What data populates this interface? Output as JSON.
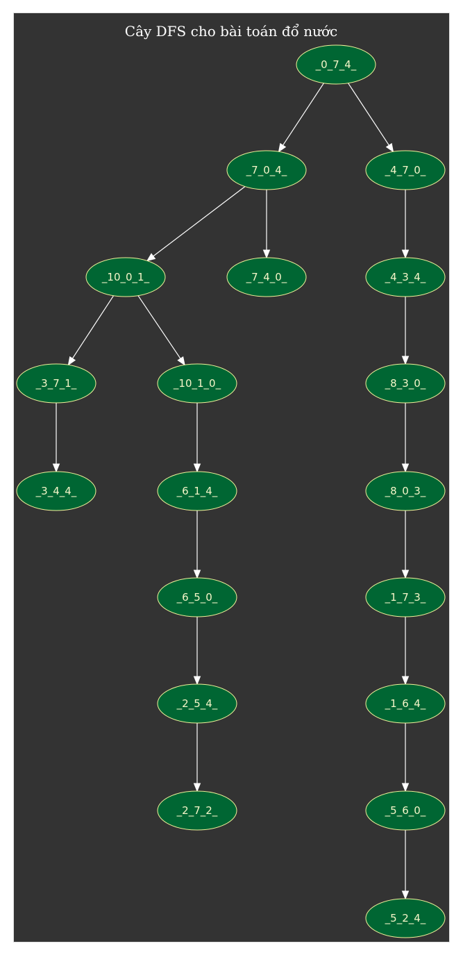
{
  "diagram": {
    "title": "Cây DFS cho bài toán đổ nước",
    "colors": {
      "background": "#333333",
      "node_fill": "#006633",
      "node_border": "#f2f29a",
      "node_text": "#f5f5c8",
      "edge": "#ffffff"
    },
    "nodes": [
      {
        "id": "n0",
        "label": "_0_7_4_"
      },
      {
        "id": "n1",
        "label": "_7_0_4_"
      },
      {
        "id": "n2",
        "label": "_4_7_0_"
      },
      {
        "id": "n3",
        "label": "_10_0_1_"
      },
      {
        "id": "n4",
        "label": "_7_4_0_"
      },
      {
        "id": "n5",
        "label": "_4_3_4_"
      },
      {
        "id": "n6",
        "label": "_3_7_1_"
      },
      {
        "id": "n7",
        "label": "_10_1_0_"
      },
      {
        "id": "n8",
        "label": "_8_3_0_"
      },
      {
        "id": "n9",
        "label": "_3_4_4_"
      },
      {
        "id": "n10",
        "label": "_6_1_4_"
      },
      {
        "id": "n11",
        "label": "_8_0_3_"
      },
      {
        "id": "n12",
        "label": "_6_5_0_"
      },
      {
        "id": "n13",
        "label": "_1_7_3_"
      },
      {
        "id": "n14",
        "label": "_2_5_4_"
      },
      {
        "id": "n15",
        "label": "_1_6_4_"
      },
      {
        "id": "n16",
        "label": "_2_7_2_"
      },
      {
        "id": "n17",
        "label": "_5_6_0_"
      },
      {
        "id": "n18",
        "label": "_5_2_4_"
      }
    ],
    "edges": [
      {
        "from": "n0",
        "to": "n1"
      },
      {
        "from": "n0",
        "to": "n2"
      },
      {
        "from": "n1",
        "to": "n3"
      },
      {
        "from": "n1",
        "to": "n4"
      },
      {
        "from": "n2",
        "to": "n5"
      },
      {
        "from": "n3",
        "to": "n6"
      },
      {
        "from": "n3",
        "to": "n7"
      },
      {
        "from": "n5",
        "to": "n8"
      },
      {
        "from": "n6",
        "to": "n9"
      },
      {
        "from": "n7",
        "to": "n10"
      },
      {
        "from": "n8",
        "to": "n11"
      },
      {
        "from": "n10",
        "to": "n12"
      },
      {
        "from": "n11",
        "to": "n13"
      },
      {
        "from": "n12",
        "to": "n14"
      },
      {
        "from": "n13",
        "to": "n15"
      },
      {
        "from": "n14",
        "to": "n16"
      },
      {
        "from": "n15",
        "to": "n17"
      },
      {
        "from": "n17",
        "to": "n18"
      }
    ]
  }
}
